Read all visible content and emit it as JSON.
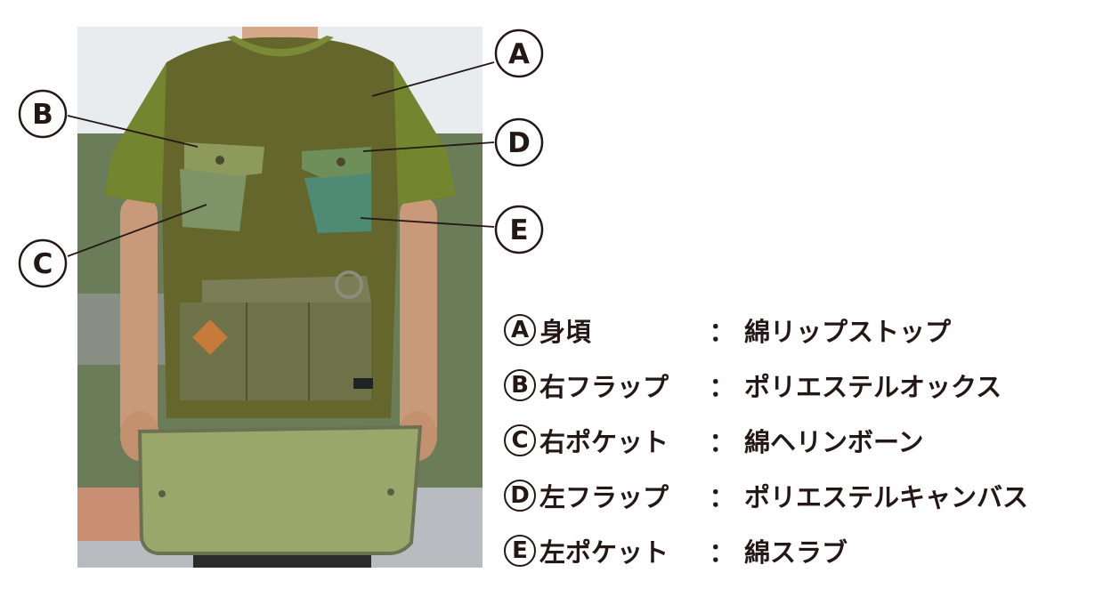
{
  "colors": {
    "outline": "#231815",
    "shirt": "#6b6a2e",
    "sleeve": "#74852f",
    "apron_body": "#5f5f26",
    "right_pocket": "#7e9467",
    "left_pocket": "#4f8a75",
    "bottom_panel": "#9aa66a",
    "tool_pocket": "#6e7349"
  },
  "callouts": [
    {
      "letter": "A"
    },
    {
      "letter": "B"
    },
    {
      "letter": "C"
    },
    {
      "letter": "D"
    },
    {
      "letter": "E"
    }
  ],
  "legend": [
    {
      "letter": "A",
      "part": "身頃",
      "sep": "：",
      "material": "綿リップストップ"
    },
    {
      "letter": "B",
      "part": "右フラップ",
      "sep": "：",
      "material": "ポリエステルオックス"
    },
    {
      "letter": "C",
      "part": "右ポケット",
      "sep": "：",
      "material": "綿ヘリンボーン"
    },
    {
      "letter": "D",
      "part": "左フラップ",
      "sep": "：",
      "material": "ポリエステルキャンバス"
    },
    {
      "letter": "E",
      "part": "左ポケット",
      "sep": "：",
      "material": "綿スラブ"
    }
  ]
}
